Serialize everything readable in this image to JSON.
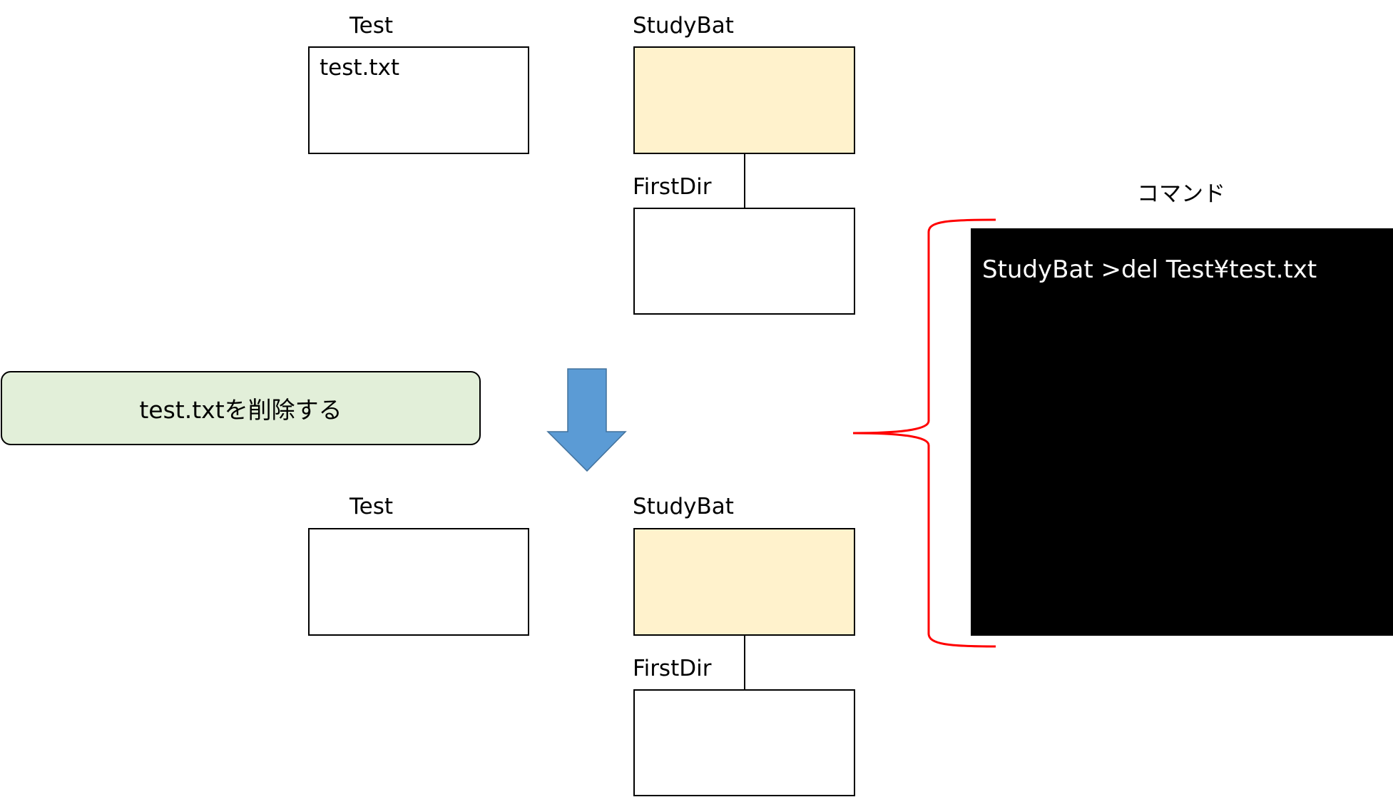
{
  "before": {
    "test_label": "Test",
    "test_file": "test.txt",
    "studybat_label": "StudyBat",
    "firstdir_label": "FirstDir"
  },
  "after": {
    "test_label": "Test",
    "studybat_label": "StudyBat",
    "firstdir_label": "FirstDir"
  },
  "action_note": "test.txtを削除する",
  "command": {
    "title": "コマンド",
    "line": "StudyBat >del Test¥test.txt"
  },
  "colors": {
    "studybat_fill": "#fff2cc",
    "note_fill": "#e2efd9",
    "arrow_fill": "#5b9bd5",
    "brace_stroke": "#ff0000",
    "terminal_bg": "#000000"
  }
}
